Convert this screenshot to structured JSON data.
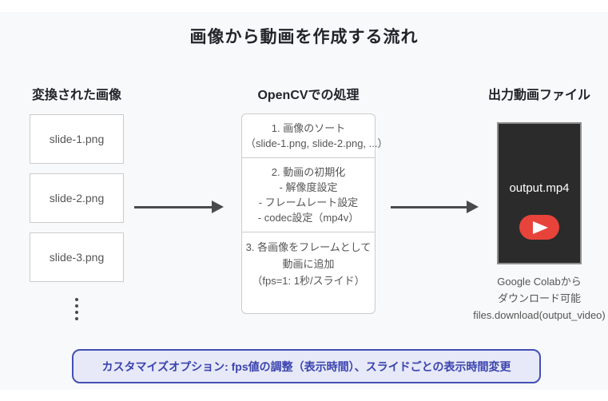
{
  "title": "画像から動画を作成する流れ",
  "columns": {
    "images": {
      "header": "変換された画像",
      "items": [
        "slide-1.png",
        "slide-2.png",
        "slide-3.png"
      ]
    },
    "opencv": {
      "header": "OpenCVでの処理",
      "steps": [
        {
          "lines": [
            "1. 画像のソート",
            "（slide-1.png, slide-2.png, ...）"
          ]
        },
        {
          "lines": [
            "2. 動画の初期化",
            "- 解像度設定",
            "- フレームレート設定",
            "- codec設定（mp4v）"
          ]
        },
        {
          "lines": [
            "3. 各画像をフレームとして",
            "動画に追加",
            "（fps=1: 1秒/スライド）"
          ]
        }
      ]
    },
    "output": {
      "header": "出力動画ファイル",
      "filename": "output.mp4",
      "icon": "play-icon",
      "caption_lines": [
        "Google Colabから",
        "ダウンロード可能",
        "files.download(output_video)"
      ]
    }
  },
  "footer": {
    "note": "カスタマイズオプション: fps値の調整（表示時間）、スライドごとの表示時間変更"
  },
  "colors": {
    "surface_bg": "#f8f9fa",
    "card_border": "#cccccc",
    "text_muted": "#555555",
    "heading": "#212529",
    "arrow": "#4a4a4a",
    "video_bg": "#2b2b2b",
    "video_border": "#8f8f8f",
    "play_red": "#e8433a",
    "note_bg": "#e7e9f8",
    "note_border": "#4350b5",
    "note_text": "#3a43ae"
  }
}
